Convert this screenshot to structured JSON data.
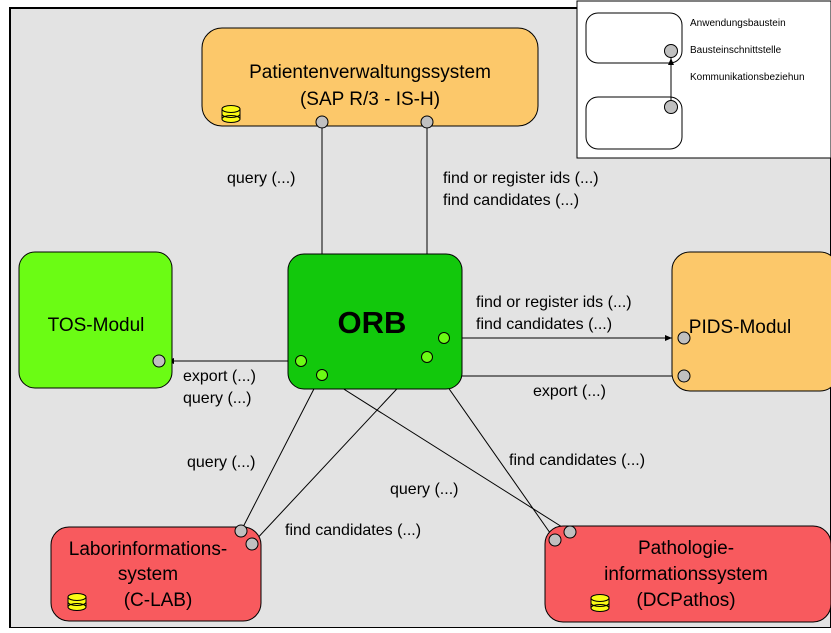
{
  "legend": {
    "component": "Anwendungsbaustein",
    "interface": "Bausteinschnittstelle",
    "communication": "Kommunikationsbeziehun"
  },
  "nodes": {
    "pvs": {
      "line1": "Patientenverwaltungssystem",
      "line2": "(SAP R/3 - IS-H)"
    },
    "tos": {
      "label": "TOS-Modul"
    },
    "orb": {
      "label": "ORB"
    },
    "pids": {
      "label": "PIDS-Modul"
    },
    "lab": {
      "line1": "Laborinformations-",
      "line2": "system",
      "line3": "(C-LAB)"
    },
    "path": {
      "line1": "Pathologie-",
      "line2": "informationssystem",
      "line3": "(DCPathos)"
    }
  },
  "edge_labels": {
    "pvs_query": "query (...)",
    "pvs_find1": "find or register ids (...)",
    "pvs_find2": "find candidates (...)",
    "pids_find1": "find or register ids (...)",
    "pids_find2": "find candidates (...)",
    "tos_export": "export (...)",
    "tos_query": "query (...)",
    "pids_export": "export (...)",
    "lab_query": "query (...)",
    "lab_find": "find candidates (...)",
    "path_find": "find candidates (...)",
    "path_query": "query (...)"
  },
  "colors": {
    "background": "#e3e3e3",
    "orange": "#fcc86a",
    "light_green": "#6bfc14",
    "green": "#12c80c",
    "red": "#f85a5e",
    "interface": "#c0c0c0",
    "database": "#fafa14"
  }
}
